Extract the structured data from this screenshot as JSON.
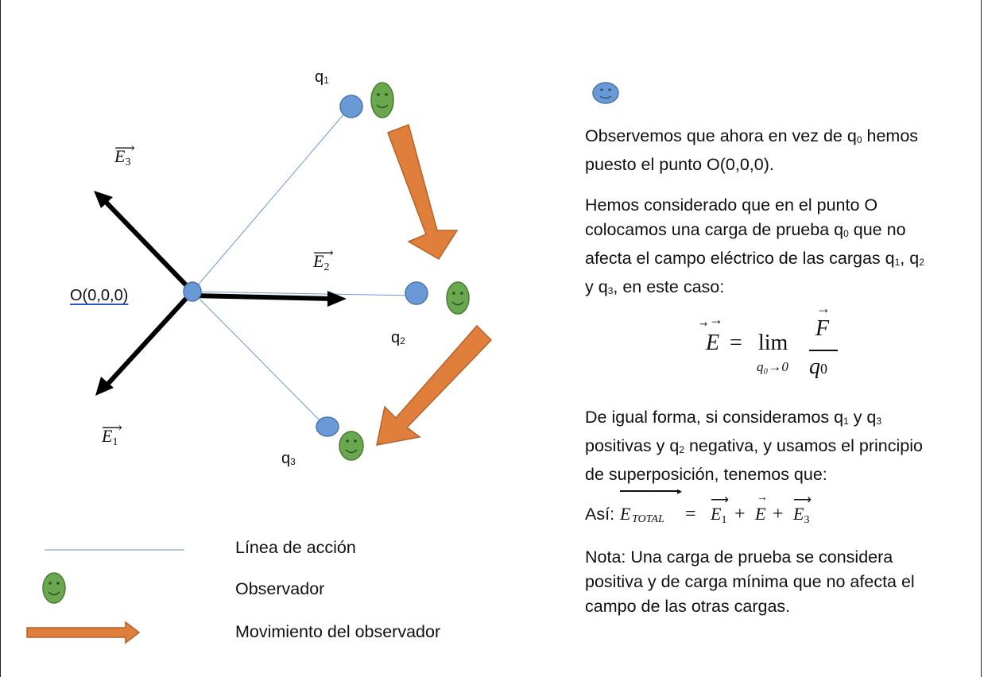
{
  "diagram": {
    "charges": {
      "q1": "q",
      "q1_sub": "1",
      "q2": "q",
      "q2_sub": "2",
      "q3": "q",
      "q3_sub": "3"
    },
    "origin_label": "O(0,0,0)",
    "vectors": {
      "e1": "E",
      "e1_sub": "1",
      "e2": "E",
      "e2_sub": "2",
      "e3": "E",
      "e3_sub": "3"
    },
    "colors": {
      "charge": "#6a9ad6",
      "observer": "#6aa84f",
      "movement_arrow": "#e07f3c",
      "action_line": "#6a9ad6",
      "field_vector": "#000000"
    }
  },
  "text": {
    "red_note_l1": "Observemos que ahora en vez de q",
    "red_note_sub": "0",
    "red_note_l1_end": " hemos",
    "red_note_l2": "puesto el punto O(0,0,0).",
    "p1_l1": "Hemos considerado que en el punto O",
    "p1_l2a": "colocamos una carga de prueba q",
    "p1_l2_sub": "0",
    "p1_l2b": " que no",
    "p1_l3a": "afecta el campo eléctrico de las cargas q",
    "p1_l3_sub1": "1",
    "p1_l3b": ", q",
    "p1_l3_sub2": "2",
    "p1_l4a": "y q",
    "p1_l4_sub": "3",
    "p1_l4b": ", en este caso:",
    "p2_l1a": "De igual forma, si consideramos q",
    "p2_l1_sub1": "1",
    "p2_l1b": " y q",
    "p2_l1_sub3": "3",
    "p2_l2a": "positivas y q",
    "p2_l2_sub": "2",
    "p2_l2b": " negativa, y usamos el principio",
    "p2_l3": "de superposición, tenemos que:",
    "asi_label": "Así:",
    "total_E": "E",
    "total_sub": "TOTAL",
    "nota_l1": "Nota: Una carga de prueba se considera",
    "nota_l2": "positiva y de carga mínima que no afecta el",
    "nota_l3": "campo de las otras cargas."
  },
  "formula": {
    "E": "E",
    "lim": "lim",
    "lim_sub": "q₀→0",
    "num": "F",
    "den": "q",
    "den_sub": "0",
    "eq": "="
  },
  "legend": {
    "action_line": "Línea de acción",
    "observer": "Observador",
    "movement": "Movimiento del observador"
  }
}
